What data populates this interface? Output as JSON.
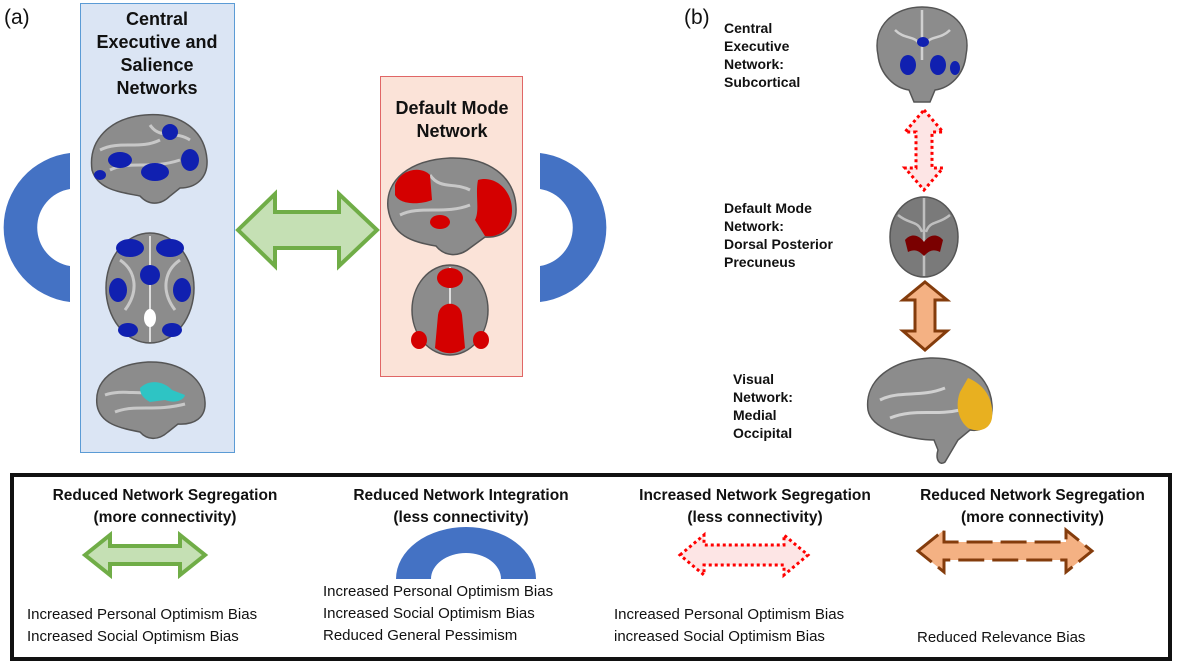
{
  "panel_a": {
    "label": "(a)",
    "left_box_title": "Central\nExecutive and\nSalience\nNetworks",
    "right_box_title": "Default Mode\nNetwork"
  },
  "panel_b": {
    "label": "(b)",
    "top_label": "Central\nExecutive\nNetwork:\nSubcortical",
    "mid_label": "Default Mode\nNetwork:\nDorsal Posterior\nPrecuneus",
    "bottom_label": "Visual\nNetwork:\nMedial\nOccipital"
  },
  "legend": {
    "items": [
      {
        "title": "Reduced Network Segregation\n(more connectivity)",
        "effects": "Increased Personal Optimism Bias\nIncreased Social Optimism Bias",
        "symbol": "green-double-arrow-icon"
      },
      {
        "title": "Reduced Network Integration\n(less connectivity)",
        "effects": "Increased Personal Optimism Bias\nIncreased Social Optimism Bias\nReduced General Pessimism",
        "symbol": "blue-arc-icon"
      },
      {
        "title": "Increased Network Segregation\n(less connectivity)",
        "effects": "Increased Personal Optimism Bias\nincreased Social Optimism Bias",
        "symbol": "red-dotted-double-arrow-icon"
      },
      {
        "title": "Reduced Network Segregation\n(more connectivity)",
        "effects": "Reduced Relevance Bias",
        "symbol": "orange-dashed-double-arrow-icon"
      }
    ]
  },
  "colors": {
    "blue_box_fill": "#dbe5f4",
    "blue_box_border": "#5b9bd5",
    "red_box_fill": "#fbe3d8",
    "red_box_border": "#e06666",
    "arc_blue": "#4472c4",
    "green_arrow_fill": "#c5e0b4",
    "green_arrow_stroke": "#70ad47",
    "red_dotted": "#ff0000",
    "orange_fill": "#f4b183",
    "orange_stroke": "#843c0c",
    "network_blue": "#1020b0",
    "network_red": "#d40000",
    "network_cyan": "#2ec4c4",
    "network_dark_red": "#7a0000",
    "network_yellow": "#e8b020"
  }
}
